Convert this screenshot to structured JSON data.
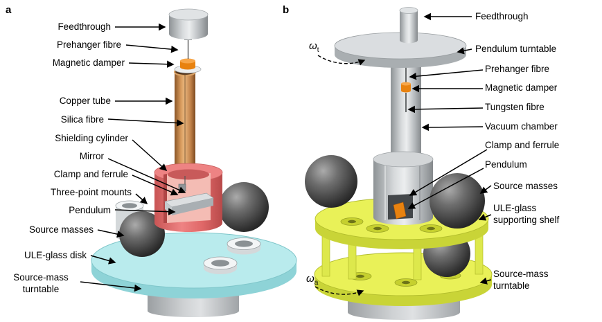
{
  "figure": {
    "panel_a": {
      "tag": "a",
      "labels": {
        "feedthrough": "Feedthrough",
        "prehanger_fibre": "Prehanger fibre",
        "magnetic_damper": "Magnetic damper",
        "copper_tube": "Copper tube",
        "silica_fibre": "Silica fibre",
        "shielding_cylinder": "Shielding cylinder",
        "mirror": "Mirror",
        "clamp_and_ferrule": "Clamp and ferrule",
        "three_point_mounts": "Three-point mounts",
        "pendulum": "Pendulum",
        "source_masses": "Source masses",
        "ule_glass_disk": "ULE-glass disk",
        "source_mass_turntable": "Source-mass turntable"
      }
    },
    "panel_b": {
      "tag": "b",
      "labels": {
        "feedthrough": "Feedthrough",
        "pendulum_turntable": "Pendulum turntable",
        "prehanger_fibre": "Prehanger fibre",
        "magnetic_damper": "Magnetic damper",
        "tungsten_fibre": "Tungsten fibre",
        "vacuum_chamber": "Vacuum chamber",
        "clamp_and_ferrule": "Clamp and ferrule",
        "pendulum": "Pendulum",
        "source_masses": "Source masses",
        "ule_glass_supporting_shelf": "ULE-glass supporting shelf",
        "source_mass_turntable": "Source-mass turntable"
      },
      "omega_turntable": {
        "symbol": "ω",
        "sub": "t"
      },
      "omega_attractor": {
        "symbol": "ω",
        "sub": "a"
      }
    },
    "colors": {
      "ule_glass_disk": "#b9ebed",
      "shielding_cylinder": "#ee8383",
      "copper_tube": "#d79a5c",
      "damper_orange": "#e8820f",
      "yellow_glass": "#e9f158",
      "metal_gray": "#c9cdd0",
      "source_mass_dark": "#3a3a3a",
      "arrow_black": "#000000"
    }
  }
}
